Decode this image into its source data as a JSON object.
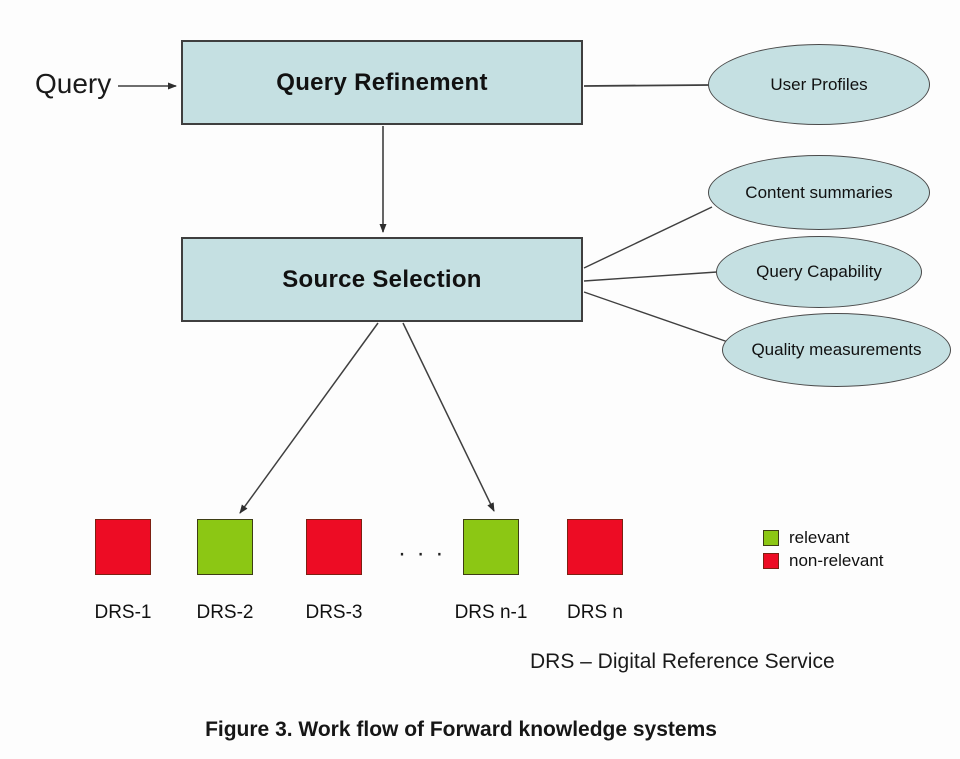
{
  "diagram": {
    "query_label": "Query",
    "boxes": [
      {
        "id": "query-refinement",
        "label": "Query Refinement"
      },
      {
        "id": "source-selection",
        "label": "Source Selection"
      }
    ],
    "ellipses": [
      {
        "id": "user-profiles",
        "label": "User Profiles"
      },
      {
        "id": "content-summaries",
        "label": "Content summaries"
      },
      {
        "id": "query-capability",
        "label": "Query Capability"
      },
      {
        "id": "quality-measurements",
        "label": "Quality measurements"
      }
    ],
    "drs_nodes": [
      {
        "label": "DRS-1",
        "status": "non-relevant"
      },
      {
        "label": "DRS-2",
        "status": "relevant"
      },
      {
        "label": "DRS-3",
        "status": "non-relevant"
      },
      {
        "label": "DRS n-1",
        "status": "relevant"
      },
      {
        "label": "DRS n",
        "status": "non-relevant"
      }
    ],
    "ellipsis": "· · ·",
    "legend": [
      {
        "label": "relevant",
        "color": "#8cc714"
      },
      {
        "label": "non-relevant",
        "color": "#ed0c24"
      }
    ],
    "abbreviation_note": "DRS – Digital Reference Service",
    "caption": "Figure 3. Work flow of Forward knowledge systems",
    "colors": {
      "node_fill": "#c5e0e2",
      "line": "#3f3f3f",
      "relevant": "#8cc714",
      "non_relevant": "#ed0c24"
    }
  }
}
